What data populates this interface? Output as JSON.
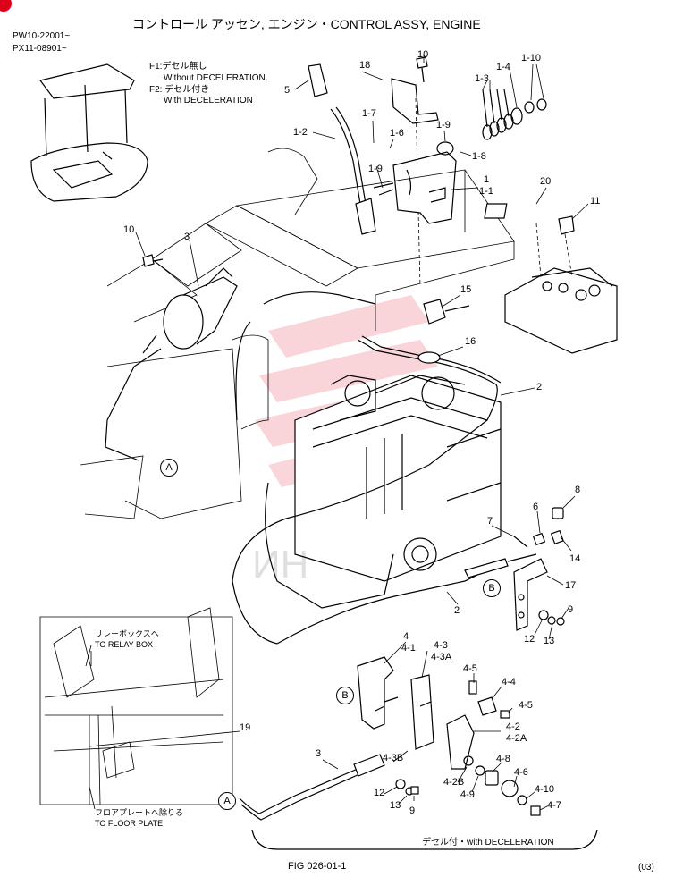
{
  "title": "コントロール アッセン, エンジン・CONTROL ASSY, ENGINE",
  "serials": [
    "PW10-22001~",
    "PX11-08901~"
  ],
  "notes": {
    "f1_jp": "F1:デセル無し",
    "f1_en": "Without DECELERATION.",
    "f2_jp": "F2: デセル付き",
    "f2_en": "With DECELERATION"
  },
  "inset": {
    "relay_jp": "リレーボックスへ",
    "relay_en": "TO RELAY BOX",
    "floor_jp": "フロアプレートへ除りる",
    "floor_en": "TO FLOOR PLATE"
  },
  "deceleration_caption": "デセル付・with DECELERATION",
  "figure_id": "FIG 026-01-1",
  "page_code": "(03)",
  "watermark": "ИН",
  "ref_marks": {
    "a": "A",
    "b": "B"
  },
  "callouts": {
    "c18": "18",
    "c10a": "10",
    "c1_10": "1-10",
    "c1_4": "1-4",
    "c1_3": "1-3",
    "c5": "5",
    "c1_7": "1-7",
    "c1_6": "1-6",
    "c1_9a": "1-9",
    "c1_8": "1-8",
    "c1_2": "1-2",
    "c1_9b": "1-9",
    "c1": "1",
    "c1_1": "1-1",
    "c20": "20",
    "c11": "11",
    "c10b": "10",
    "c3a": "3",
    "c15": "15",
    "c16": "16",
    "c2a": "2",
    "c8": "8",
    "c6": "6",
    "c7": "7",
    "c14": "14",
    "c17": "17",
    "c2b": "2",
    "c9a": "9",
    "c12a": "12",
    "c13a": "13",
    "c4": "4",
    "c4_1": "4-1",
    "c4_3": "4-3",
    "c4_3A": "4-3A",
    "c4_5a": "4-5",
    "c4_4": "4-4",
    "c4_5b": "4-5",
    "c4_2": "4-2",
    "c4_2A": "4-2A",
    "c19": "19",
    "c3b": "3",
    "c4_3B": "4-3B",
    "c4_8": "4-8",
    "c4_6": "4-6",
    "c4_2B": "4-2B",
    "c4_9": "4-9",
    "c4_10": "4-10",
    "c4_7": "4-7",
    "c12b": "12",
    "c13b": "13",
    "c9b": "9"
  }
}
